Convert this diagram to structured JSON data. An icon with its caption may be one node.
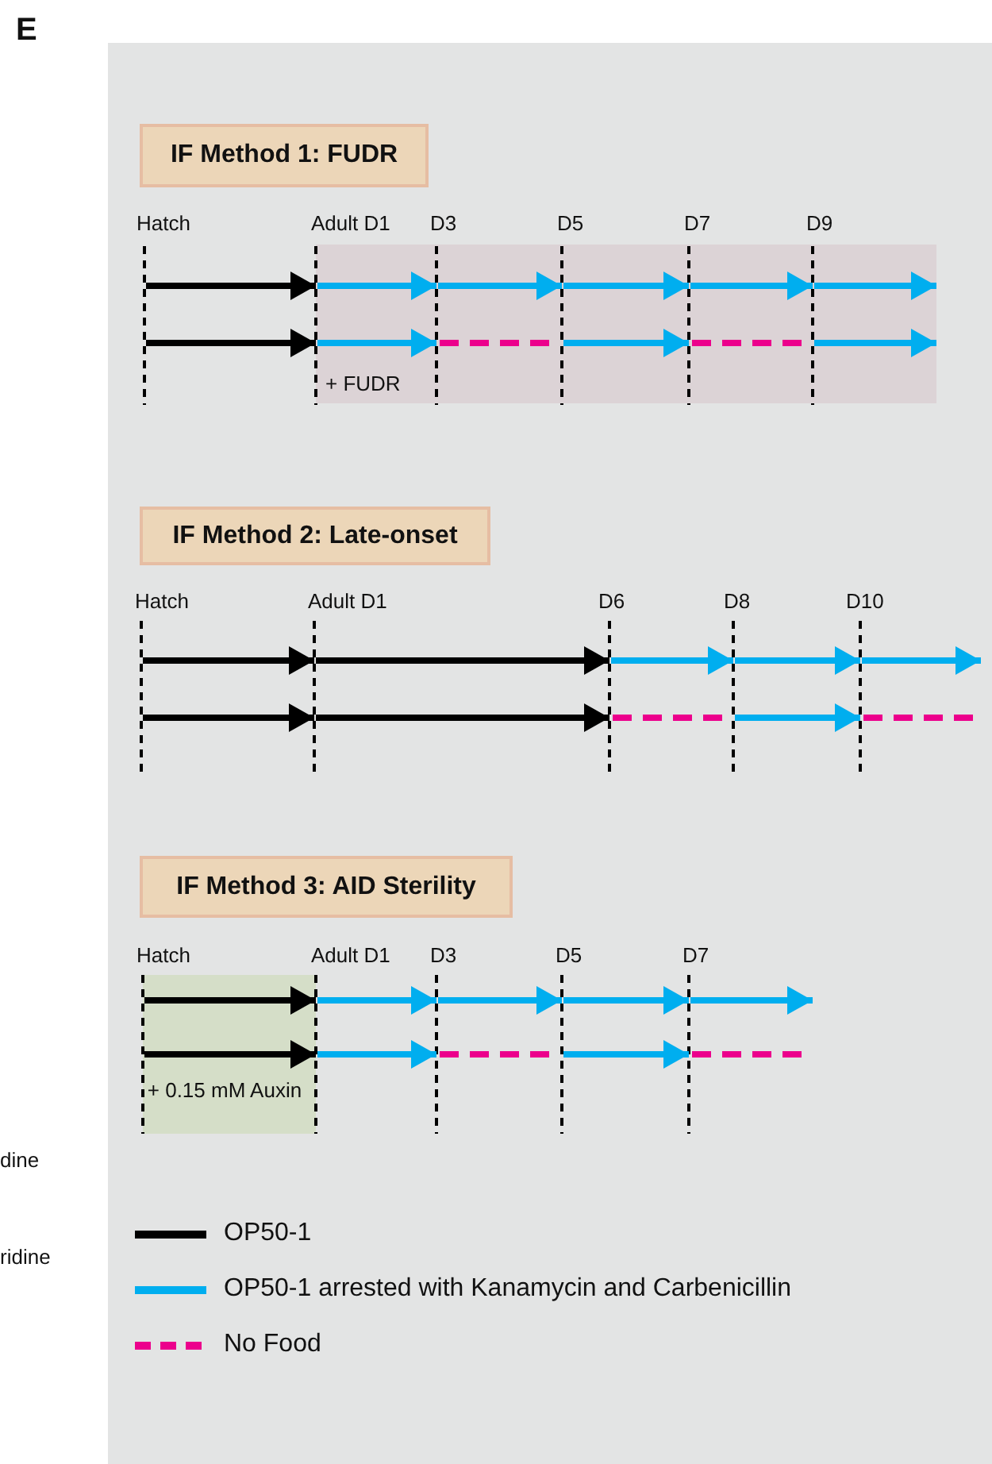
{
  "diagram": {
    "nodes": [
      {
        "text": [
          "IF Method 1: FUDR"
        ]
      },
      {
        "text": [
          "+ FUDR"
        ]
      },
      {
        "text": [
          "IF Method 2: Late-onset"
        ]
      },
      {
        "text": [
          "IF Method 3: AID Sterility"
        ]
      },
      {
        "text": [
          "+ 0.15 mM Auxin"
        ]
      }
    ],
    "edges": [],
    "labels": [
      "E",
      "Hatch",
      "Adult D1",
      "D3",
      "D5",
      "D7",
      "D9",
      "Hatch",
      "Adult D1",
      "D6",
      "D8",
      "D10",
      "Hatch",
      "Adult D1",
      "D3",
      "D5",
      "D7",
      "dine",
      "ridine"
    ],
    "legend": [
      {
        "text": "OP50-1",
        "color": "#000000"
      },
      {
        "text": "OP50-1 arrested with Kanamycin and Carbenicillin",
        "color": "#00aeef"
      },
      {
        "text": "No Food",
        "color": "#ec008c"
      }
    ]
  }
}
